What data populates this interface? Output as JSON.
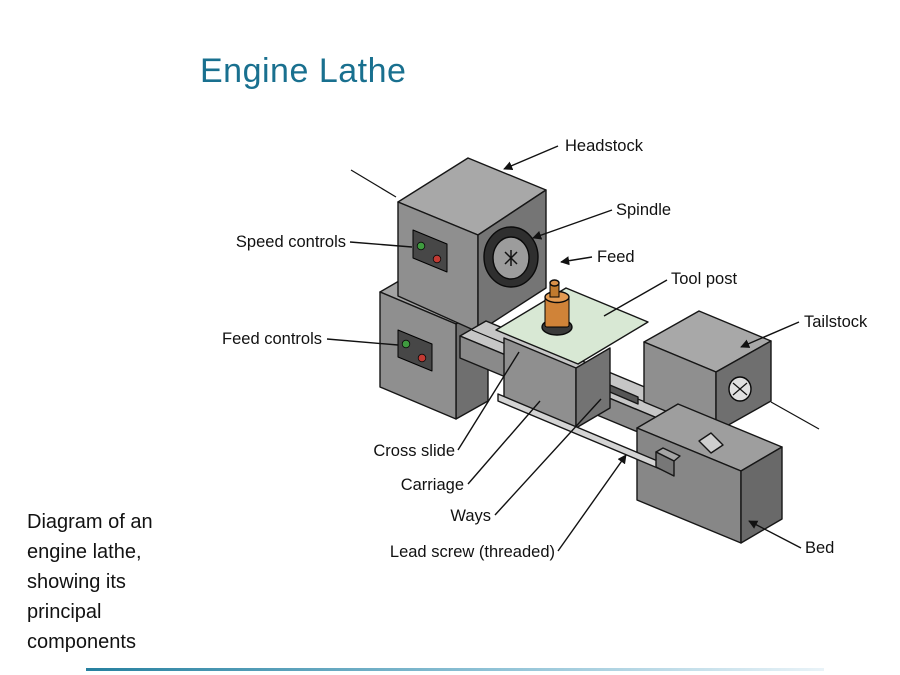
{
  "slide": {
    "title": "Engine Lathe",
    "caption_lines": [
      "Diagram of an",
      "engine lathe,",
      "showing its",
      "principal",
      "components"
    ]
  },
  "diagram": {
    "labels": {
      "headstock": "Headstock",
      "spindle": "Spindle",
      "feed": "Feed",
      "tool_post": "Tool post",
      "tailstock": "Tailstock",
      "bed": "Bed",
      "speed_controls": "Speed controls",
      "feed_controls": "Feed controls",
      "cross_slide": "Cross slide",
      "carriage": "Carriage",
      "ways": "Ways",
      "lead_screw": "Lead screw (threaded)"
    },
    "indicators": {
      "green": "#3f9b3f",
      "red": "#c23a33"
    }
  },
  "colors": {
    "title_accent": "#19708f",
    "machine_gray": "#8f8f8f",
    "machine_dark": "#6f6f6f",
    "machine_light": "#a8a8a8",
    "ways_light": "#c6c6c6",
    "cross_slide_green": "#d8e8d4",
    "tool_post_orange": "#d08338",
    "footer_bar_teal": "#26809f"
  }
}
